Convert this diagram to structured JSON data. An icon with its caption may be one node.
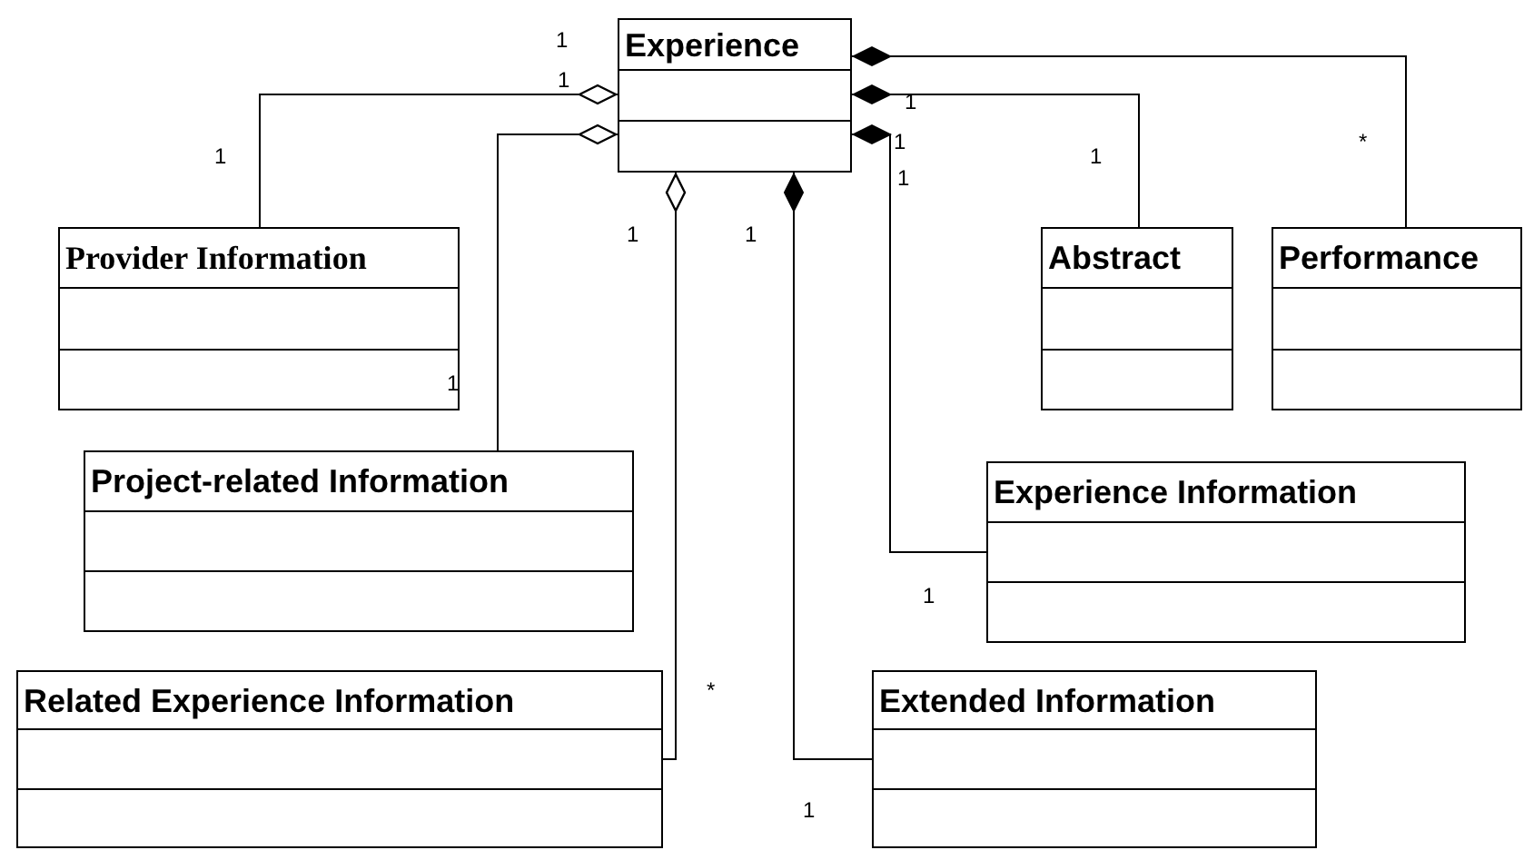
{
  "diagram": {
    "nodes": [
      {
        "text": [
          "Experience"
        ]
      },
      {
        "text": [
          "Provider Information"
        ]
      },
      {
        "text": [
          "Abstract"
        ]
      },
      {
        "text": [
          "Performance"
        ]
      },
      {
        "text": [
          "Project-related Information"
        ]
      },
      {
        "text": [
          "Experience Information"
        ]
      },
      {
        "text": [
          "Related Experience Information"
        ]
      },
      {
        "text": [
          "Extended Information"
        ]
      }
    ],
    "edges": [
      {
        "from": 0,
        "to": 1,
        "arrow": "other"
      },
      {
        "from": 0,
        "to": 4,
        "arrow": "other"
      },
      {
        "from": 0,
        "to": 6,
        "arrow": "other"
      },
      {
        "from": 0,
        "to": 7,
        "arrow": "other"
      },
      {
        "from": 0,
        "to": 5,
        "arrow": "other"
      },
      {
        "from": 0,
        "to": 2,
        "arrow": "other"
      },
      {
        "from": 0,
        "to": 3,
        "arrow": "other"
      }
    ],
    "labels": [
      "1",
      "1",
      "1",
      "*",
      "1",
      "1",
      "1",
      "1",
      "1",
      "1",
      "1",
      "1",
      "*",
      "1"
    ]
  }
}
